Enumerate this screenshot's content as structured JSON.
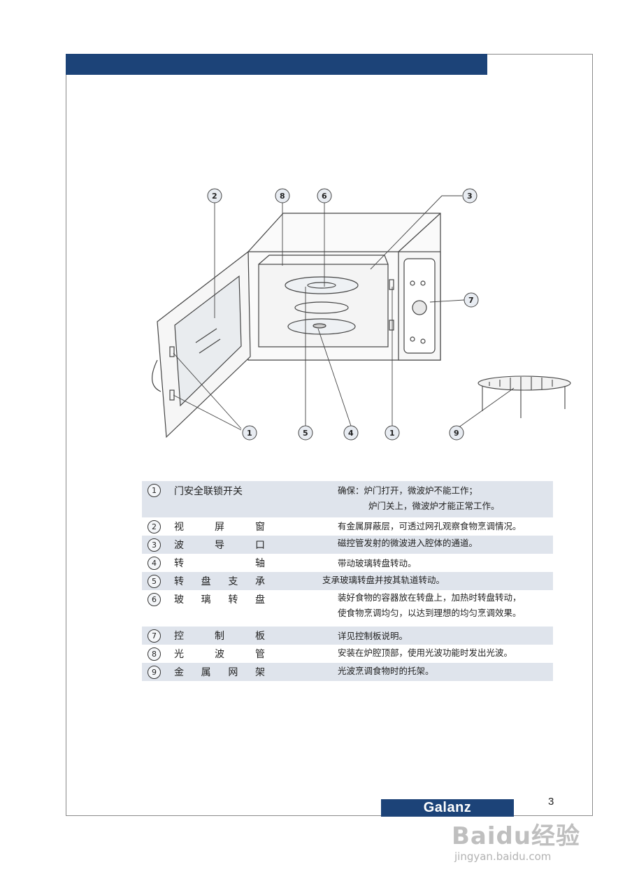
{
  "page": {
    "number": "3",
    "brand": "Galanz"
  },
  "diagram": {
    "callouts": [
      "1",
      "1",
      "2",
      "3",
      "4",
      "5",
      "6",
      "7",
      "8",
      "9"
    ]
  },
  "parts": [
    {
      "num": "1",
      "name": "门安全联锁开关",
      "desc": [
        "确保：炉门打开，微波炉不能工作；",
        "炉门关上，微波炉才能正常工作。"
      ],
      "shaded": true
    },
    {
      "num": "2",
      "name": "视屏窗",
      "desc": [
        "有金属屏蔽层，可透过网孔观察食物烹调情况。"
      ],
      "shaded": false
    },
    {
      "num": "3",
      "name": "波导口",
      "desc": [
        "磁控管发射的微波进入腔体的通道。"
      ],
      "shaded": true
    },
    {
      "num": "4",
      "name": "转轴",
      "desc": [
        "带动玻璃转盘转动。"
      ],
      "shaded": false
    },
    {
      "num": "5",
      "name": "转盘支承",
      "desc": [
        "支承玻璃转盘并按其轨道转动。"
      ],
      "shaded": true
    },
    {
      "num": "6",
      "name": "玻璃转盘",
      "desc": [
        "装好食物的容器放在转盘上，加热时转盘转动，",
        "使食物烹调均匀，以达到理想的均匀烹调效果。"
      ],
      "shaded": false
    },
    {
      "num": "7",
      "name": "控制板",
      "desc": [
        "详见控制板说明。"
      ],
      "shaded": true
    },
    {
      "num": "8",
      "name": "光波管",
      "desc": [
        "安装在炉腔顶部，使用光波功能时发出光波。"
      ],
      "shaded": false
    },
    {
      "num": "9",
      "name": "金属网架",
      "desc": [
        "光波烹调食物时的托架。"
      ],
      "shaded": true
    }
  ],
  "watermark": {
    "logo": "Baidu经验",
    "url": "jingyan.baidu.com"
  },
  "colors": {
    "accent": "#1c4378",
    "rowShade": "#dfe4ec"
  }
}
